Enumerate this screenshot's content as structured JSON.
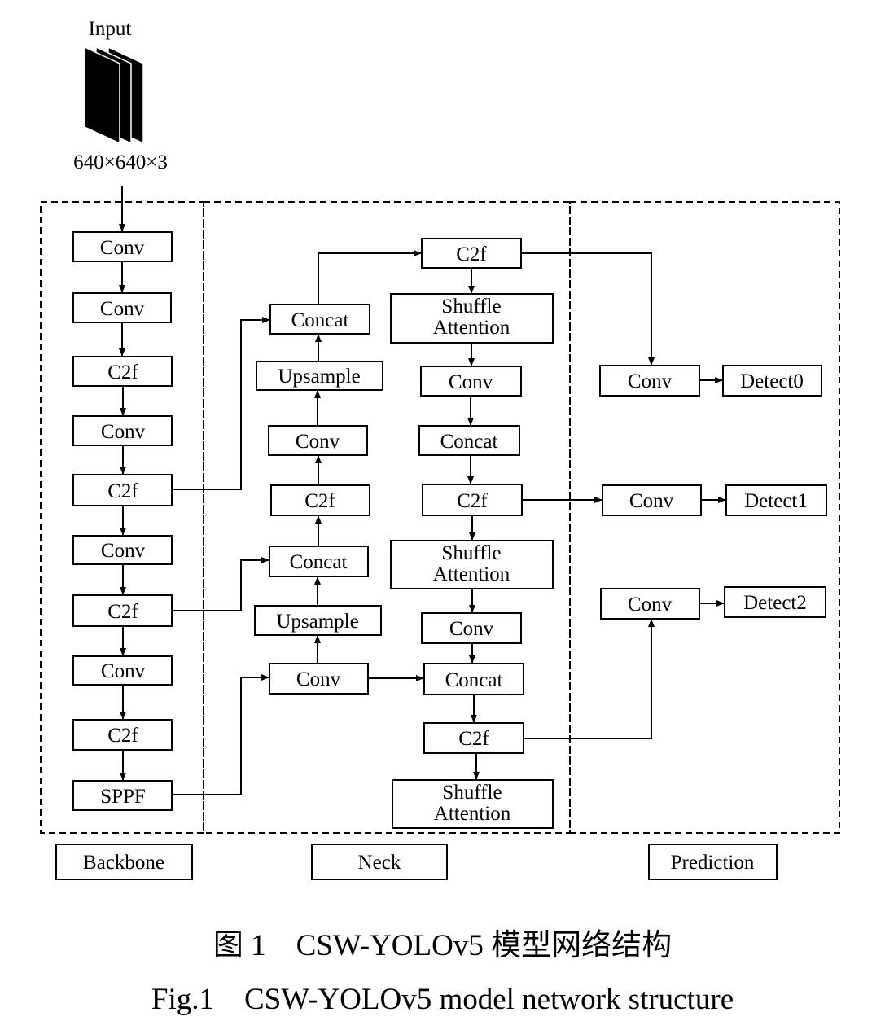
{
  "input": {
    "label": "Input",
    "dims": "640×640×3"
  },
  "sections": {
    "backbone": "Backbone",
    "neck": "Neck",
    "prediction": "Prediction"
  },
  "backbone": [
    "Conv",
    "Conv",
    "C2f",
    "Conv",
    "C2f",
    "Conv",
    "C2f",
    "Conv",
    "C2f",
    "SPPF"
  ],
  "neck_left": [
    "Concat",
    "Upsample",
    "Conv",
    "C2f",
    "Concat",
    "Upsample",
    "Conv"
  ],
  "neck_right": [
    "C2f",
    "Shuffle",
    "Attention",
    "Conv",
    "Concat",
    "C2f",
    "Shuffle",
    "Attention",
    "Conv",
    "Concat",
    "C2f",
    "Shuffle",
    "Attention"
  ],
  "prediction": [
    "Conv",
    "Detect0",
    "Conv",
    "Detect1",
    "Conv",
    "Detect2"
  ],
  "caption": {
    "zh": "图 1　CSW-YOLOv5 模型网络结构",
    "en": "Fig.1　CSW-YOLOv5 model network structure"
  }
}
